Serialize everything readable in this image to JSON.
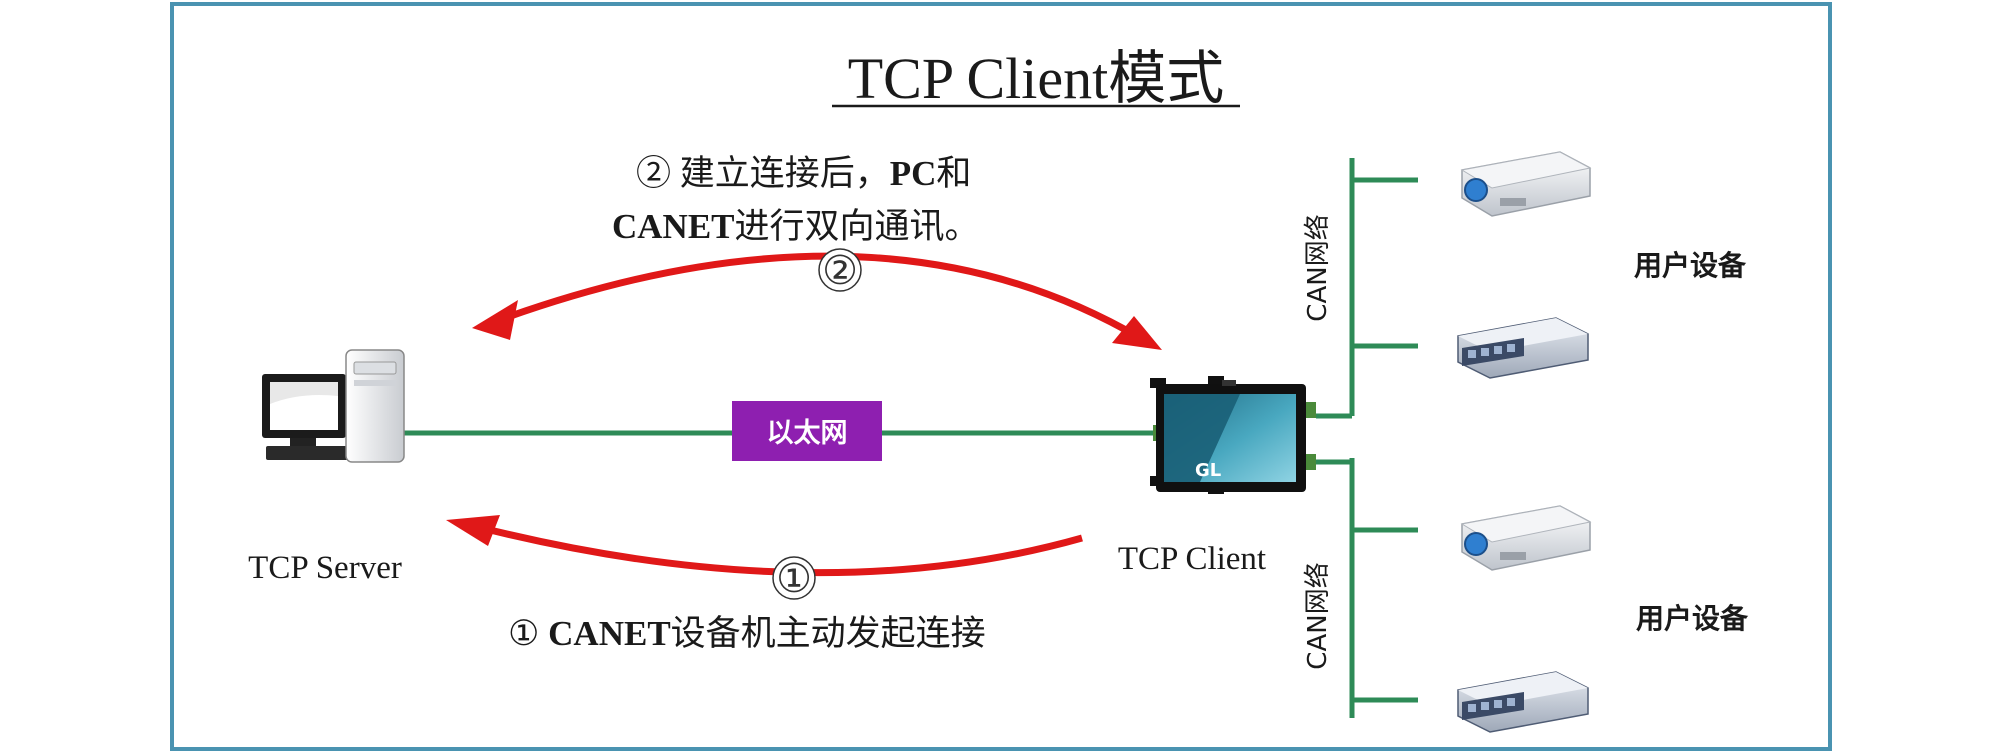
{
  "title": "TCP Client模式",
  "step2": {
    "text_line1_prefix": "② 建立连接后，",
    "text_line1_bold": "PC",
    "text_line1_suffix": "和",
    "text_line2_bold": "CANET",
    "text_line2_suffix": "进行双向通讯。",
    "marker": "②"
  },
  "step1": {
    "marker": "①",
    "text_prefix": "① ",
    "text_bold": "CANET",
    "text_suffix": "设备机主动发起连接"
  },
  "ethernet_label": "以太网",
  "server_label": "TCP Server",
  "client_label": "TCP Client",
  "can_network_top": "CAN网络",
  "can_network_bottom": "CAN网络",
  "user_device_top": "用户设备",
  "user_device_bottom": "用户设备",
  "device_screen_text": "GL",
  "colors": {
    "frame": "#4a93b1",
    "arrow": "#e01818",
    "line": "#2e8b57",
    "ethernet_bg": "#8e1fb0"
  }
}
